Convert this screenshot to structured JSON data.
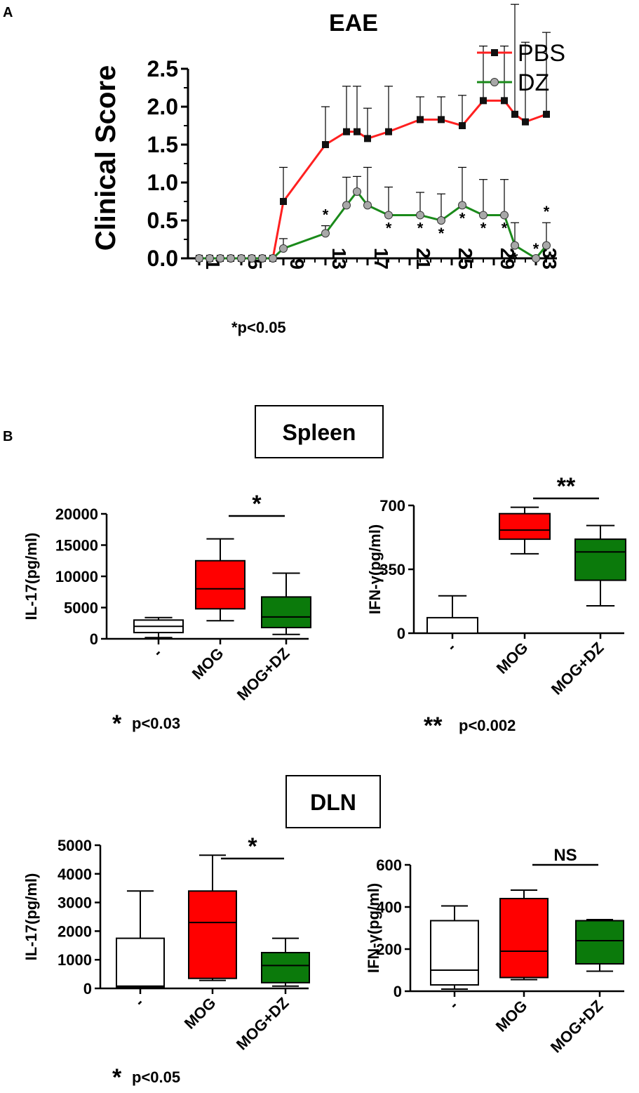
{
  "panel_a": {
    "letter": "A",
    "note": "*p<0.05",
    "chart_data": {
      "type": "line",
      "title": "EAE",
      "xlabel": "",
      "ylabel": "Clinical Score",
      "ylim": [
        0,
        2.5
      ],
      "y_ticks": [
        "0.0",
        "0.5",
        "1.0",
        "1.5",
        "2.0",
        "2.5"
      ],
      "x_ticks": [
        "1",
        "5",
        "9",
        "13",
        "17",
        "21",
        "25",
        "29",
        "33"
      ],
      "legend_position": "top-right",
      "series": [
        {
          "name": "PBS",
          "color": "#ff2020",
          "marker": "square",
          "x": [
            1,
            2,
            3,
            4,
            5,
            6,
            7,
            8,
            9,
            13,
            15,
            16,
            17,
            19,
            22,
            24,
            26,
            28,
            30,
            31,
            32,
            34
          ],
          "y": [
            0,
            0,
            0,
            0,
            0,
            0,
            0,
            0,
            0.75,
            1.5,
            1.67,
            1.67,
            1.58,
            1.67,
            1.83,
            1.83,
            1.75,
            2.08,
            2.08,
            1.9,
            1.8,
            1.9
          ],
          "err": [
            0,
            0,
            0,
            0,
            0,
            0,
            0,
            0,
            0.45,
            0.5,
            0.6,
            0.6,
            0.4,
            0.6,
            0.3,
            0.3,
            0.4,
            0.72,
            0.72,
            1.45,
            1.05,
            1.08
          ]
        },
        {
          "name": "DZ",
          "color": "#1a8a1a",
          "marker": "circle",
          "x": [
            1,
            2,
            3,
            4,
            5,
            6,
            7,
            8,
            9,
            13,
            15,
            16,
            17,
            19,
            22,
            24,
            26,
            28,
            30,
            31,
            33,
            34
          ],
          "y": [
            0,
            0,
            0,
            0,
            0,
            0,
            0,
            0,
            0.13,
            0.33,
            0.7,
            0.88,
            0.7,
            0.57,
            0.57,
            0.5,
            0.7,
            0.57,
            0.57,
            0.17,
            0,
            0.17
          ],
          "err": [
            0,
            0,
            0,
            0,
            0,
            0,
            0,
            0,
            0.13,
            0.1,
            0.37,
            0.2,
            0.5,
            0.37,
            0.3,
            0.35,
            0.5,
            0.47,
            0.47,
            0.3,
            0,
            0.3
          ]
        }
      ],
      "significance": [
        {
          "x": 13,
          "series": "DZ",
          "position": "above",
          "label": "*"
        },
        {
          "x": 19,
          "series": "DZ",
          "position": "below",
          "label": "*"
        },
        {
          "x": 22,
          "series": "DZ",
          "position": "below",
          "label": "*"
        },
        {
          "x": 24,
          "series": "DZ",
          "position": "below",
          "label": "*"
        },
        {
          "x": 26,
          "series": "DZ",
          "position": "below",
          "label": "*"
        },
        {
          "x": 28,
          "series": "DZ",
          "position": "below",
          "label": "*"
        },
        {
          "x": 30,
          "series": "DZ",
          "position": "below",
          "label": "*"
        },
        {
          "x": 31,
          "series": "DZ",
          "position": "below",
          "label": "*"
        },
        {
          "x": 33,
          "series": "DZ",
          "position": "above",
          "label": "*"
        },
        {
          "x": 34,
          "series": "DZ",
          "position": "above",
          "label": "*"
        }
      ]
    }
  },
  "panel_b": {
    "letter": "B",
    "spleen_title": "Spleen",
    "dln_title": "DLN",
    "charts": [
      {
        "id": "spleen-il17",
        "chart_data": {
          "type": "box",
          "ylabel": "IL-17(pg/ml)",
          "ylim": [
            0,
            20000
          ],
          "y_ticks": [
            0,
            5000,
            10000,
            15000,
            20000
          ],
          "y_tick_labels": [
            "0",
            "5000",
            "10000",
            "15000",
            "20000"
          ],
          "categories": [
            "-",
            "MOG",
            "MOG+DZ"
          ],
          "colors": [
            "#ffffff",
            "#ff0000",
            "#0b7a0b"
          ],
          "boxes": [
            {
              "min": 200,
              "q1": 1000,
              "median": 2000,
              "q3": 3000,
              "max": 3400
            },
            {
              "min": 2900,
              "q1": 4800,
              "median": 8000,
              "q3": 12500,
              "max": 16000
            },
            {
              "min": 700,
              "q1": 1800,
              "median": 3500,
              "q3": 6700,
              "max": 10500
            }
          ],
          "comparison": {
            "from": 1,
            "to": 2,
            "label": "*"
          }
        },
        "note": "p<0.03",
        "note_symbol": "*"
      },
      {
        "id": "spleen-ifng",
        "chart_data": {
          "type": "box",
          "ylabel": "IFN-γ(pg/ml)",
          "ylim": [
            0,
            700
          ],
          "y_ticks": [
            0,
            350,
            700
          ],
          "y_tick_labels": [
            "0",
            "350",
            "700"
          ],
          "categories": [
            "-",
            "MOG",
            "MOG+DZ"
          ],
          "colors": [
            "#ffffff",
            "#ff0000",
            "#0b7a0b"
          ],
          "boxes": [
            {
              "min": 0,
              "q1": 0,
              "median": 0,
              "q3": 85,
              "max": 205
            },
            {
              "min": 435,
              "q1": 515,
              "median": 565,
              "q3": 655,
              "max": 690
            },
            {
              "min": 150,
              "q1": 290,
              "median": 445,
              "q3": 515,
              "max": 590
            }
          ],
          "comparison": {
            "from": 1,
            "to": 2,
            "label": "**"
          }
        },
        "note": "p<0.002",
        "note_symbol": "**"
      },
      {
        "id": "dln-il17",
        "chart_data": {
          "type": "box",
          "ylabel": "IL-17(pg/ml)",
          "ylim": [
            0,
            5000
          ],
          "y_ticks": [
            0,
            1000,
            2000,
            3000,
            4000,
            5000
          ],
          "y_tick_labels": [
            "0",
            "1000",
            "2000",
            "3000",
            "4000",
            "5000"
          ],
          "categories": [
            "-",
            "MOG",
            "MOG+DZ"
          ],
          "colors": [
            "#ffffff",
            "#ff0000",
            "#0b7a0b"
          ],
          "boxes": [
            {
              "min": 0,
              "q1": 50,
              "median": 80,
              "q3": 1750,
              "max": 3400
            },
            {
              "min": 280,
              "q1": 350,
              "median": 2300,
              "q3": 3400,
              "max": 4650
            },
            {
              "min": 80,
              "q1": 200,
              "median": 800,
              "q3": 1250,
              "max": 1750
            }
          ],
          "comparison": {
            "from": 1,
            "to": 2,
            "label": "*"
          }
        },
        "note": "p<0.05",
        "note_symbol": "*"
      },
      {
        "id": "dln-ifng",
        "chart_data": {
          "type": "box",
          "ylabel": "IFN-γ(pg/ml)",
          "ylim": [
            0,
            600
          ],
          "y_ticks": [
            0,
            200,
            400,
            600
          ],
          "y_tick_labels": [
            "0",
            "200",
            "400",
            "600"
          ],
          "categories": [
            "-",
            "MOG",
            "MOG+DZ"
          ],
          "colors": [
            "#ffffff",
            "#ff0000",
            "#0b7a0b"
          ],
          "boxes": [
            {
              "min": 10,
              "q1": 30,
              "median": 100,
              "q3": 335,
              "max": 405
            },
            {
              "min": 55,
              "q1": 65,
              "median": 190,
              "q3": 440,
              "max": 480
            },
            {
              "min": 95,
              "q1": 130,
              "median": 240,
              "q3": 335,
              "max": 340
            }
          ],
          "comparison": {
            "from": 1,
            "to": 2,
            "label": "NS"
          }
        }
      }
    ]
  }
}
